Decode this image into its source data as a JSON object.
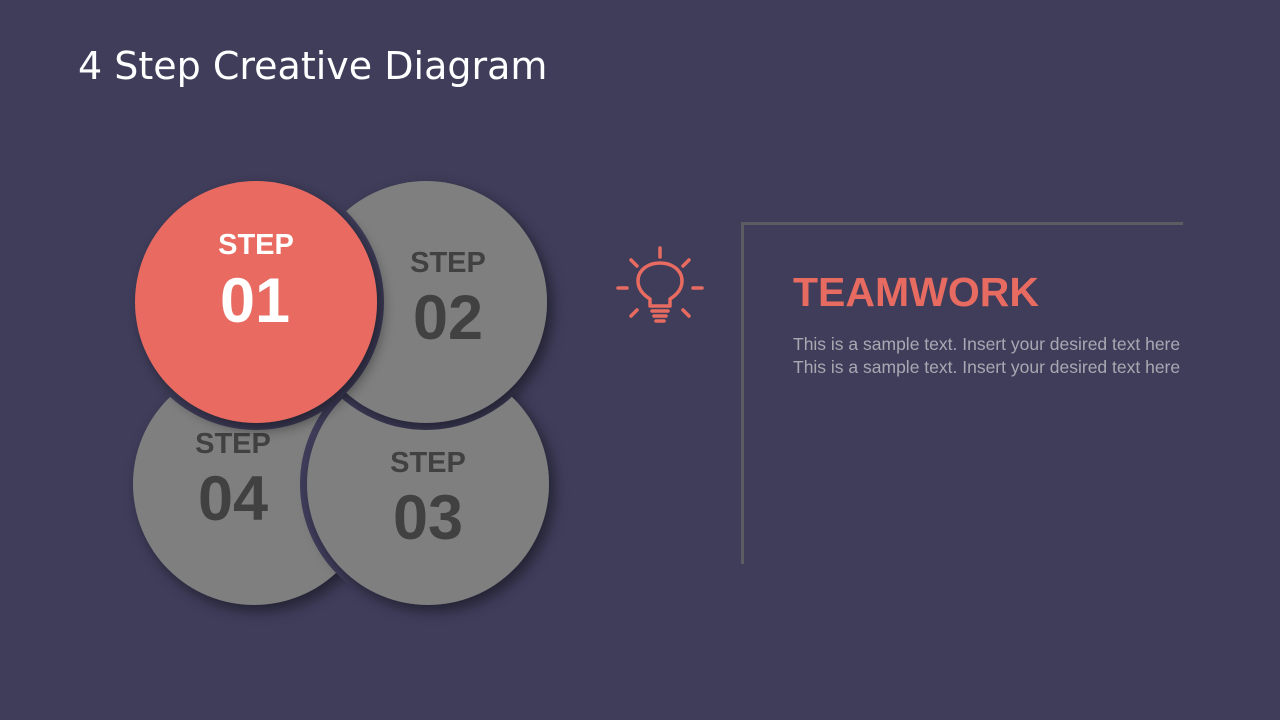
{
  "title": "4 Step Creative Diagram",
  "steps": [
    {
      "word": "STEP",
      "number": "01",
      "color": "#e86b61",
      "text_color": "#ffffff",
      "active": true
    },
    {
      "word": "STEP",
      "number": "02",
      "color": "#7f7f7f",
      "text_color": "#414141",
      "active": false
    },
    {
      "word": "STEP",
      "number": "03",
      "color": "#7f7f7f",
      "text_color": "#414141",
      "active": false
    },
    {
      "word": "STEP",
      "number": "04",
      "color": "#7f7f7f",
      "text_color": "#414141",
      "active": false
    }
  ],
  "content": {
    "icon": "lightbulb-icon",
    "heading": "TEAMWORK",
    "body": "This is a sample text. Insert your desired text here This is a sample text. Insert your desired text here"
  },
  "colors": {
    "background": "#3f3d5a",
    "accent": "#e86b61",
    "inactive": "#7f7f7f",
    "frame": "#5d5c63"
  }
}
